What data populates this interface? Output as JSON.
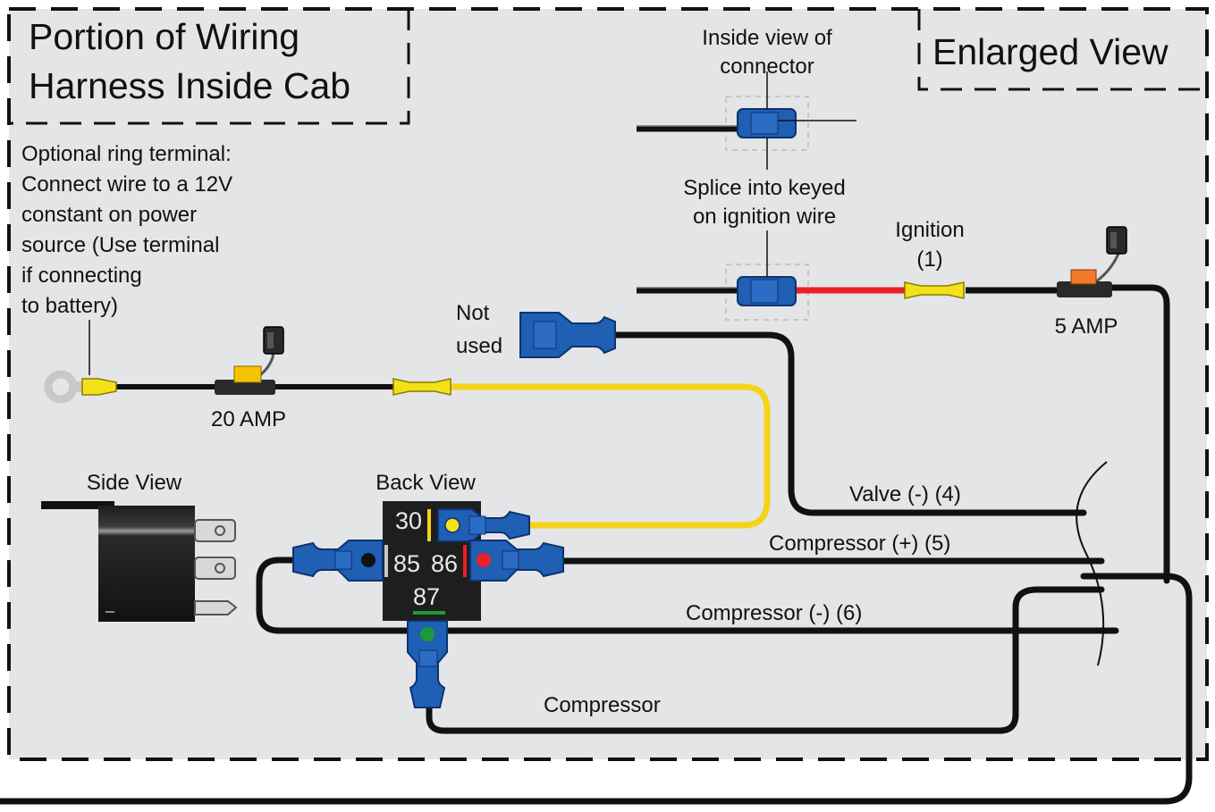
{
  "colors": {
    "panel_bg": "#e4e5e7",
    "border": "#111111",
    "wire_black": "#111111",
    "wire_yellow": "#f5d31a",
    "wire_red": "#e8202a",
    "connector_blue": "#1f5fb4",
    "butt_yellow": "#f3e21a",
    "relay_body": "#1e1e1e",
    "fuse_yellow": "#f5c400",
    "fuse_orange": "#f07a2a"
  },
  "titles": {
    "cab_line1": "Portion of Wiring",
    "cab_line2": "Harness Inside Cab",
    "enlarged": "Enlarged View"
  },
  "labels": {
    "inside_view_line1": "Inside view of",
    "inside_view_line2": "connector",
    "splice_line1": "Splice into keyed",
    "splice_line2": "on ignition wire",
    "ignition_line1": "Ignition",
    "ignition_line2": "(1)",
    "amp5": "5 AMP",
    "not_used_line1": "Not",
    "not_used_line2": "used",
    "ring_line1": "Optional ring terminal:",
    "ring_line2": "Connect wire to a 12V",
    "ring_line3": "constant on power",
    "ring_line4": "source (Use terminal",
    "ring_line5": "if connecting",
    "ring_line6": "to battery)",
    "amp20": "20 AMP",
    "side_view": "Side View",
    "back_view": "Back View",
    "valve": "Valve (-) (4)",
    "compressor_pos": "Compressor (+) (5)",
    "compressor_neg": "Compressor (-) (6)",
    "compressor": "Compressor"
  },
  "relay_pins": {
    "p30": "30",
    "p85": "85",
    "p86": "86",
    "p87": "87"
  }
}
